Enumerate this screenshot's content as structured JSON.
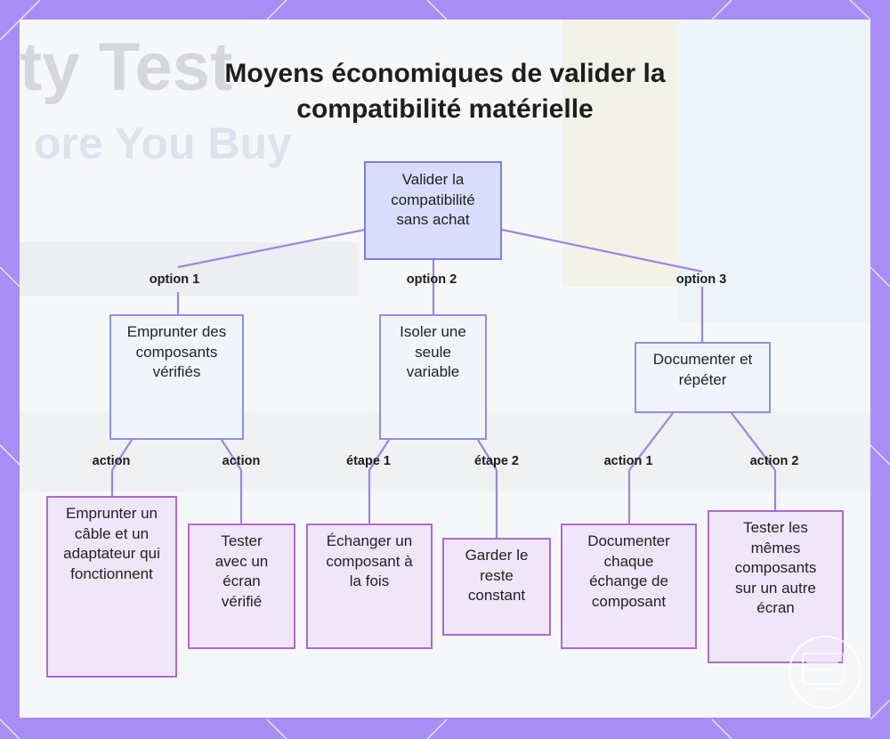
{
  "title": "Moyens économiques de valider la compatibilité matérielle",
  "background_text": {
    "line1": "ty Test",
    "line2": "ore You Buy"
  },
  "nodes": {
    "root": "Valider la compatibilité sans achat",
    "option1": "Emprunter des composants vérifiés",
    "option2": "Isoler une seule variable",
    "option3": "Documenter et répéter",
    "leaf1": "Emprunter un câble et un adaptateur qui fonctionnent",
    "leaf2": "Tester avec un écran vérifié",
    "leaf3": "Échanger un composant à la fois",
    "leaf4": "Garder le reste constant",
    "leaf5": "Documenter chaque échange de composant",
    "leaf6": "Tester les mêmes composants sur un autre écran"
  },
  "edge_labels": {
    "option1": "option 1",
    "option2": "option 2",
    "option3": "option 3",
    "leaf1": "action",
    "leaf2": "action",
    "leaf3": "étape 1",
    "leaf4": "étape 2",
    "leaf5": "action 1",
    "leaf6": "action 2"
  },
  "colors": {
    "frame": "#a88ef4",
    "edge": "#9b86e0",
    "root_fill": "#d9dcfa",
    "leaf_fill": "#f0e6fa",
    "leaf_border": "#b168d0"
  }
}
